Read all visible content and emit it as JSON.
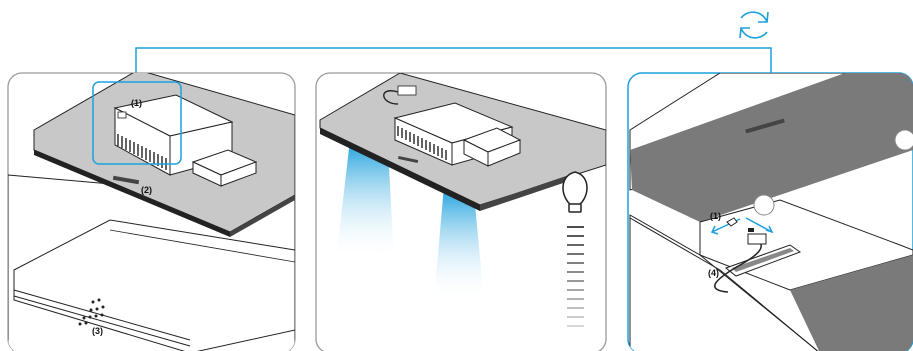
{
  "callouts": {
    "panel1": {
      "c1": "(1)",
      "c2": "(2)",
      "c3": "(3)"
    },
    "panel3": {
      "c1": "(1)",
      "c4": "(4)"
    }
  },
  "icons": [
    "refresh-icon",
    "light-bulb-icon",
    "hand-icon"
  ],
  "colors": {
    "accent_blue": "#0a97d9",
    "panel_border": "#9a9a9a",
    "active_border": "#1ea0dc",
    "device_gray": "#c8c8c8"
  },
  "brightness_levels": 12
}
